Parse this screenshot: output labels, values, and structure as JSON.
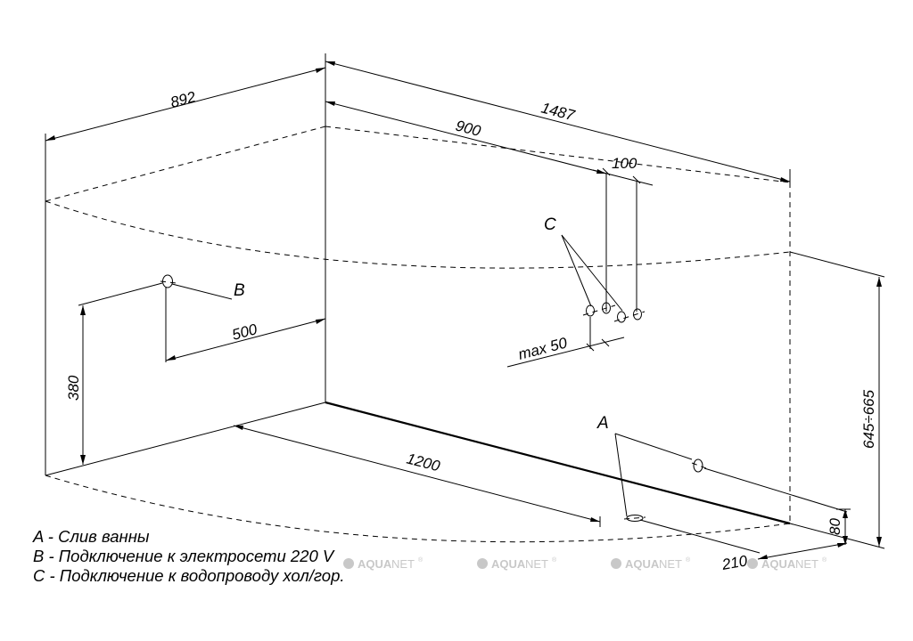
{
  "dimensions": {
    "width_892": "892",
    "length_1487": "1487",
    "offset_900": "900",
    "spacing_100": "100",
    "drain_1200": "1200",
    "outlet_500": "500",
    "outlet_height_380": "380",
    "supply_max_50": "max 50",
    "height_645_665": "645÷665",
    "drain_height_80": "80",
    "drain_offset_210": "210"
  },
  "points": {
    "a": "A",
    "b": "B",
    "c": "C"
  },
  "legend": [
    "A - Слив ванны",
    "B - Подключение к электросети 220 V",
    "C - Подключение к водопроводу хол/гор."
  ],
  "watermark": {
    "brand_prefix": "AQUA",
    "brand_suffix": "NET",
    "registered": "®"
  },
  "colors": {
    "line": "#000000",
    "watermark": "#c8c8c8",
    "background": "#ffffff"
  }
}
